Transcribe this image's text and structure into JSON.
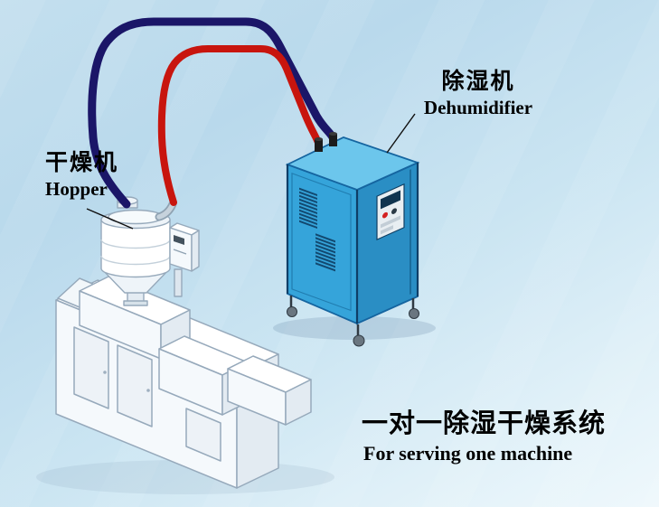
{
  "labels": {
    "hopper": {
      "zh": "干燥机",
      "en": "Hopper"
    },
    "dehumidifier": {
      "zh": "除湿机",
      "en": "Dehumidifier"
    },
    "caption": {
      "zh": "一对一除湿干燥系统",
      "en": "For serving one machine"
    }
  },
  "components": {
    "hopper_dryer": "hopper-dryer",
    "dehumidifier_unit": "dehumidifier-unit",
    "extruder_machine": "extruder-machine",
    "pipes": [
      {
        "name": "return-air-pipe",
        "color": "#1b1668"
      },
      {
        "name": "dry-air-pipe",
        "color": "#c8150e"
      }
    ]
  },
  "colors": {
    "background_start": "#bfdcec",
    "background_end": "#eef7fb",
    "dehumidifier_front": "#35a4da",
    "dehumidifier_side": "#2a8ec4",
    "dehumidifier_top": "#6cc6ec",
    "dehumidifier_trim": "#0d3a60",
    "machine_fill": "#f5f9fc",
    "machine_line": "#96a9bb",
    "pipe_dark": "#1b1668",
    "pipe_red": "#c8150e",
    "label_text": "#000000"
  }
}
